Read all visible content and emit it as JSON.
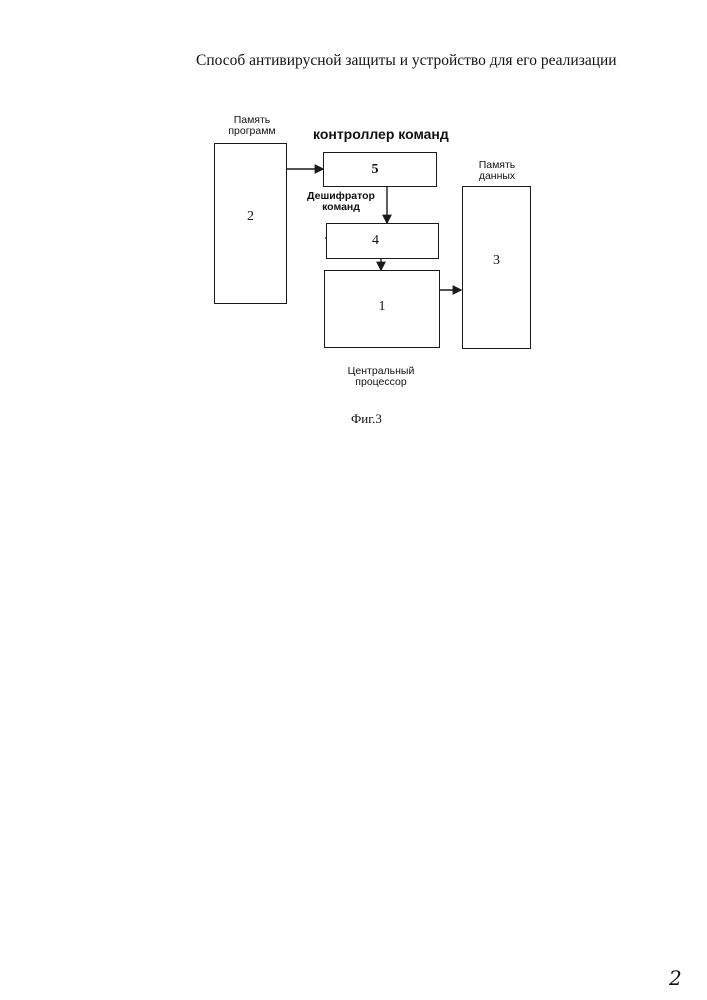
{
  "document": {
    "title": "Способ антивирусной защиты и устройство для его реализации",
    "figure_caption": "Фиг.3",
    "page_number": "2"
  },
  "diagram": {
    "controller_label": "контроллер команд",
    "blocks": {
      "program_memory": {
        "number": "2",
        "label_line1": "Память",
        "label_line2": "программ"
      },
      "command_controller": {
        "number": "5"
      },
      "command_decoder": {
        "number": "4",
        "label_line1": "Дешифратор",
        "label_line2": "команд"
      },
      "cpu": {
        "number": "1",
        "label_line1": "Центральный",
        "label_line2": "процессор"
      },
      "data_memory": {
        "number": "3",
        "label_line1": "Память",
        "label_line2": "данных"
      }
    }
  }
}
